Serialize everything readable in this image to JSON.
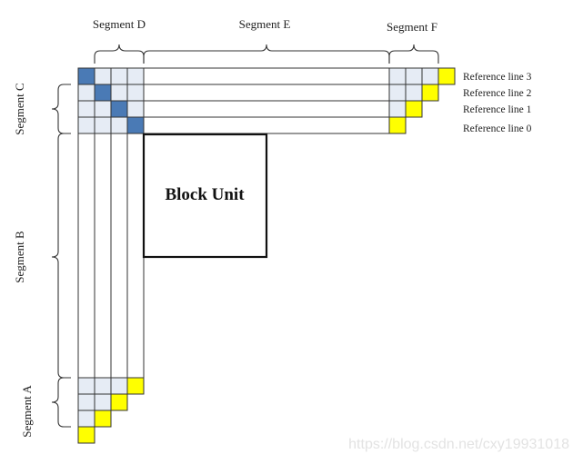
{
  "diagram": {
    "segments": {
      "A": "Segment A",
      "B": "Segment B",
      "C": "Segment C",
      "D": "Segment D",
      "E": "Segment E",
      "F": "Segment F"
    },
    "reference_lines": [
      "Reference line 3",
      "Reference line 2",
      "Reference line 1",
      "Reference line 0"
    ],
    "block_label": "Block Unit",
    "colors": {
      "dark_blue": "#4a7ab5",
      "light_blue": "#e6ecf5",
      "yellow": "#ffff00",
      "line": "#333333"
    }
  },
  "watermark": "https://blog.csdn.net/cxy19931018"
}
